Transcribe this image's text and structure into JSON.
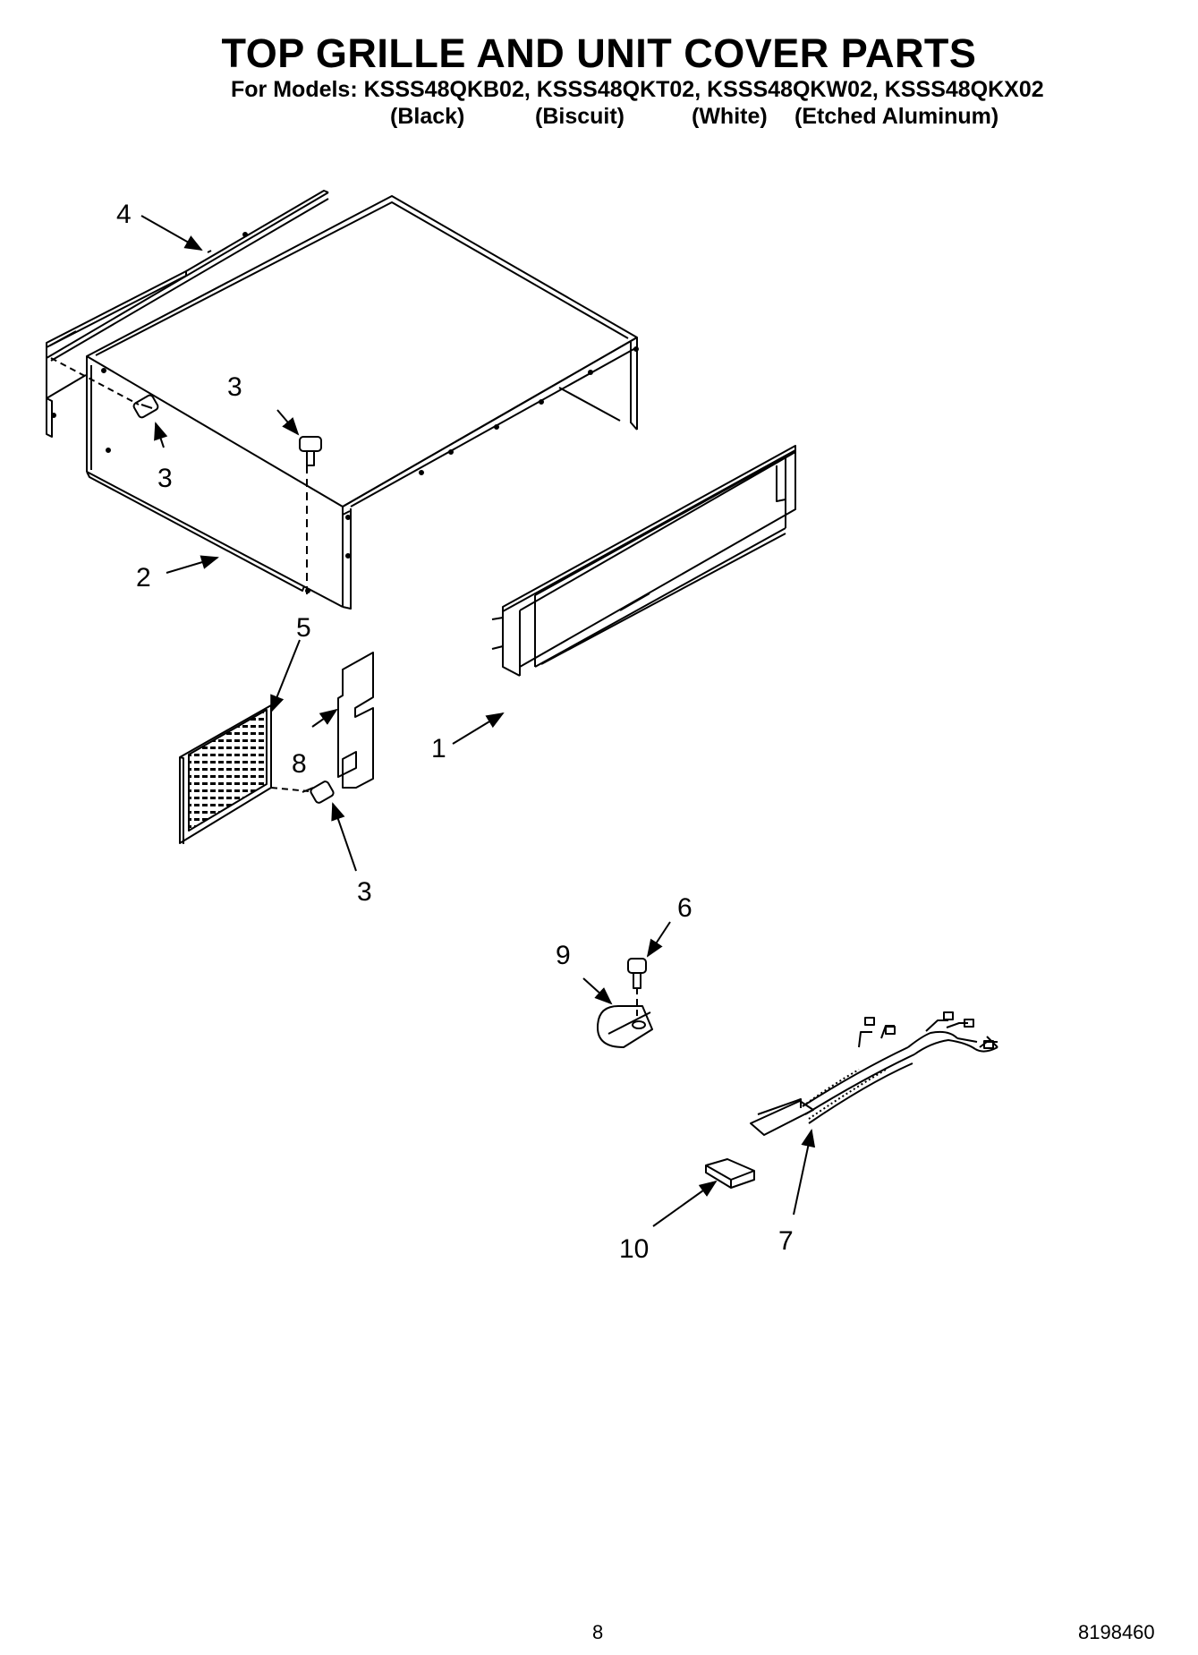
{
  "header": {
    "title": "TOP GRILLE AND UNIT COVER PARTS",
    "models_line": "For Models: KSSS48QKB02, KSSS48QKT02, KSSS48QKW02, KSSS48QKX02",
    "colors": [
      "(Black)",
      "(Biscuit)",
      "(White)",
      "(Etched Aluminum)"
    ]
  },
  "callouts": {
    "c1": "1",
    "c2": "2",
    "c3a": "3",
    "c3b": "3",
    "c3c": "3",
    "c4": "4",
    "c5": "5",
    "c6": "6",
    "c7": "7",
    "c8": "8",
    "c9": "9",
    "c10": "10"
  },
  "footer": {
    "page_number": "8",
    "doc_number": "8198460"
  }
}
